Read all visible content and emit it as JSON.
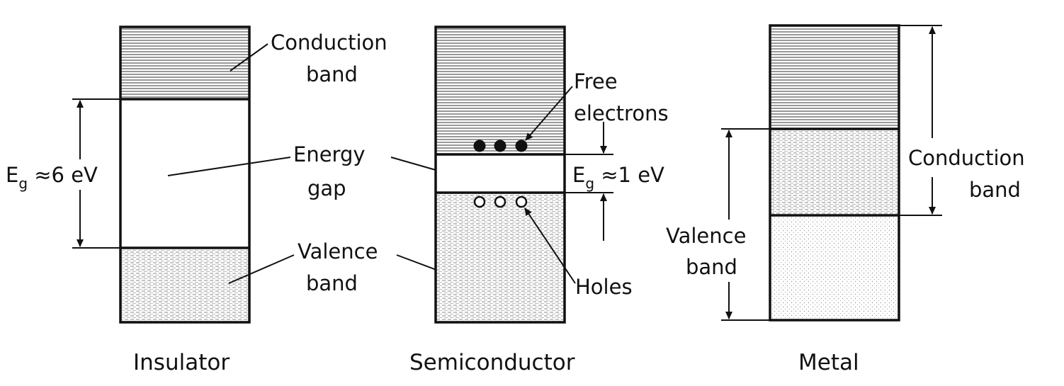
{
  "panels": {
    "insulator": {
      "caption": "Insulator",
      "conduction_label_1": "Conduction",
      "conduction_label_2": "band",
      "gap_label_1": "Energy",
      "gap_label_2": "gap",
      "valence_label_1": "Valence",
      "valence_label_2": "band",
      "gap_value": {
        "E": "E",
        "sub": "g",
        "rest": " ≈6 eV"
      }
    },
    "semiconductor": {
      "caption": "Semiconductor",
      "free_label_1": "Free",
      "free_label_2": "electrons",
      "holes_label": "Holes",
      "gap_value": {
        "E": "E",
        "sub": "g",
        "rest": " ≈1 eV"
      }
    },
    "metal": {
      "caption": "Metal",
      "conduction_label_1": "Conduction",
      "conduction_label_2": "band",
      "valence_label_1": "Valence",
      "valence_label_2": "band"
    }
  }
}
